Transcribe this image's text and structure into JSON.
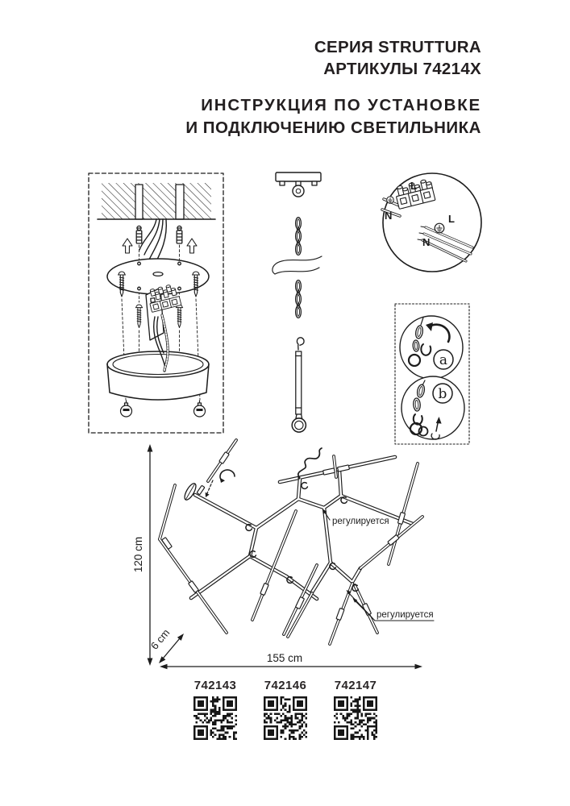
{
  "page": {
    "series_title": "СЕРИЯ STRUTTURA",
    "articles_title": "АРТИКУЛЫ 74214X",
    "instruction_line1": "ИНСТРУКЦИЯ ПО УСТАНОВКЕ",
    "instruction_line2": "И ПОДКЛЮЧЕНИЮ СВЕТИЛЬНИКА"
  },
  "wiring_detail": {
    "incoming_live": "L",
    "incoming_neutral": "N",
    "outgoing_live": "L",
    "outgoing_neutral": "N"
  },
  "adjustment_detail": {
    "step_a": "a",
    "step_b": "b"
  },
  "chandelier": {
    "height_label": "120 cm",
    "depth_label": "6 cm",
    "width_label": "155 cm",
    "adjustable_label_1": "регулируется",
    "adjustable_label_2": "регулируется"
  },
  "qr_codes": [
    {
      "label": "742143"
    },
    {
      "label": "742146"
    },
    {
      "label": "742147"
    }
  ],
  "colors": {
    "line": "#1c1c1c",
    "text": "#231f20",
    "background": "#ffffff"
  }
}
